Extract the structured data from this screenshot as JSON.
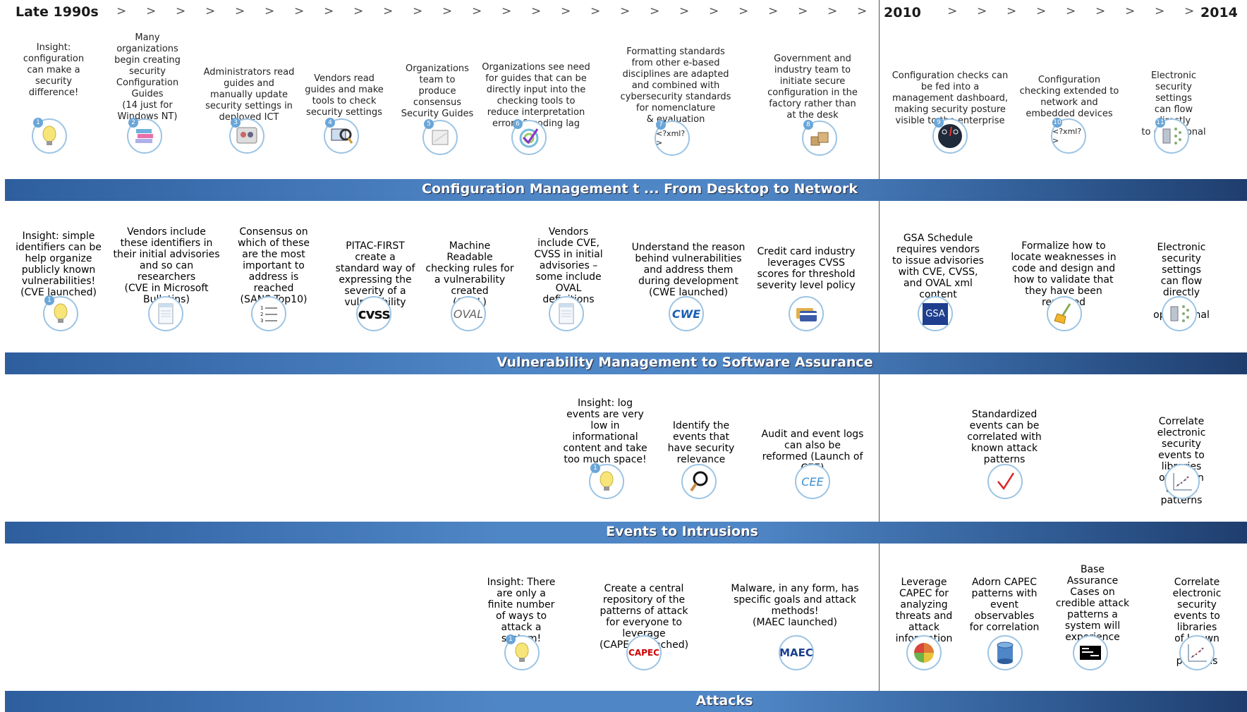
{
  "timeline": {
    "start_label": "Late 1990s",
    "mid_label": "2010",
    "end_label": "2014",
    "arrow_glyph": ">"
  },
  "bands": {
    "config": "Configuration  Management t ... From Desktop to Network",
    "vuln": "Vulnerability Management  to Software Assurance",
    "events": "Events to Intrusions",
    "attacks": "Attacks"
  },
  "config_items": [
    {
      "text": "Insight:\nconfiguration\ncan make a\nsecurity\ndifference!",
      "num": "1",
      "icon": "lightbulb-icon"
    },
    {
      "text": "Many\norganizations\nbegin creating\nsecurity\nConfiguration\nGuides\n(14 just for\nWindows NT)",
      "num": "2",
      "icon": "books-icon"
    },
    {
      "text": "Administrators read\nguides and\nmanually update\nsecurity settings in\ndeployed ICT",
      "num": "3",
      "icon": "admin-people-icon"
    },
    {
      "text": "Vendors read\nguides and make\ntools to check\nsecurity settings",
      "num": "4",
      "icon": "magnifier-tool-icon"
    },
    {
      "text": "Organizations\nteam to\nproduce\nconsensus\nSecurity Guides",
      "num": "5",
      "icon": "guide-book-icon"
    },
    {
      "text": "Organizations see need\nfor guides that can be\ndirectly input into the\nchecking tools to\nreduce interpretation\nerrors & coding lag",
      "num": "6",
      "icon": "target-check-icon"
    },
    {
      "text": "Formatting standards\nfrom other e-based\ndisciplines are adapted\nand combined with\ncybersecurity standards\nfor nomenclature\n& evaluation",
      "num": "7",
      "icon": "xml-icon",
      "icon_text": "<?xml?>"
    },
    {
      "text": "Government and\nindustry team to\ninitiate secure\nconfiguration in the\nfactory rather than\nat the desk",
      "num": "8",
      "icon": "factory-boxes-icon"
    },
    {
      "text": "Configuration checks can\nbe fed into a\nmanagement dashboard,\nmaking security posture\nvisible to the enterprise",
      "num": "9",
      "icon": "dashboard-gauge-icon"
    },
    {
      "text": "Configuration\nchecking extended to\nnetwork and\nembedded devices",
      "num": "10",
      "icon": "xml-icon",
      "icon_text": "<?xml?>"
    },
    {
      "text": "Electronic\nsecurity settings\ncan flow directly\nto operational ICT",
      "num": "11",
      "icon": "network-server-icon"
    }
  ],
  "vuln_items": [
    {
      "text": "Insight: simple\nidentifiers can be\nhelp organize\npublicly known\nvulnerabilities!\n(CVE  launched)",
      "num": "1",
      "icon": "lightbulb-icon"
    },
    {
      "text": "Vendors include\nthese identifiers in\ntheir initial advisories\nand so can\nresearchers\n(CVE in Microsoft\nBulletins)",
      "icon": "bulletin-document-icon"
    },
    {
      "text": "Consensus on\nwhich of these\nare the most\nimportant to\naddress is\nreached\n(SANS Top10)",
      "icon": "numbered-list-icon"
    },
    {
      "text": "PITAC-FIRST\ncreate a\nstandard way of\nexpressing the\nseverity of  a\nvulnerability",
      "icon": "cvss-logo-icon",
      "icon_text": "cvss"
    },
    {
      "text": "Machine\nReadable\nchecking rules for\na vulnerability\ncreated\n(OVAL)",
      "icon": "oval-logo-icon",
      "icon_text": "OVAL"
    },
    {
      "text": "Vendors\ninclude CVE,\nCVSS in initial\nadvisories –\nsome include\nOVAL\ndefinitions",
      "icon": "bulletin-document-icon"
    },
    {
      "text": "Understand the reason\nbehind vulnerabilities\nand address them\nduring development\n(CWE  launched)",
      "icon": "cwe-logo-icon",
      "icon_text": "CWE"
    },
    {
      "text": "Credit card industry\nleverages CVSS\nscores for threshold\nseverity level policy",
      "icon": "credit-cards-icon"
    },
    {
      "text": "GSA Schedule\nrequires vendors\nto issue advisories\nwith CVE, CVSS,\nand OVAL xml\ncontent",
      "icon": "gsa-logo-icon",
      "icon_text": "GSA"
    },
    {
      "text": "Formalize how to\nlocate weaknesses in\ncode and design and\nhow to validate that\nthey have been\nremoved",
      "icon": "broom-icon"
    },
    {
      "text": "Electronic\nsecurity settings\ncan flow directly\nto operational\nICT",
      "icon": "network-server-icon"
    }
  ],
  "event_items": [
    {
      "text": "Insight: log\nevents are very\nlow in\ninformational\ncontent and take\ntoo much space!",
      "num": "1",
      "icon": "lightbulb-icon"
    },
    {
      "text": "Identify the\nevents that\nhave security\nrelevance",
      "icon": "magnifier-person-icon"
    },
    {
      "text": "Audit and event logs\ncan also be\nreformed (Launch of\nCEE)",
      "icon": "cee-logo-icon",
      "icon_text": "CEE"
    },
    {
      "text": "Standardized\nevents can be\ncorrelated with\nknown attack\npatterns",
      "icon": "checkmark-icon"
    },
    {
      "text": "Correlate\nelectronic security\nevents  to libraries\nof known attack\npatterns",
      "icon": "scatter-plot-icon"
    }
  ],
  "attack_items": [
    {
      "text": "Insight: There\nare only a\nfinite number\nof ways to\nattack a\nsystem!",
      "num": "1",
      "icon": "lightbulb-icon"
    },
    {
      "text": "Create a central\nrepository of the\npatterns of attack\nfor everyone to\nleverage\n(CAPEC launched)",
      "icon": "capec-logo-icon",
      "icon_text": "CAPEC"
    },
    {
      "text": "Malware, in any form, has\nspecific goals and attack\nmethods!\n(MAEC launched)",
      "icon": "maec-logo-icon",
      "icon_text": "MAEC"
    },
    {
      "text": "Leverage\nCAPEC for\nanalyzing\nthreats and\nattack\ninformation",
      "icon": "pie-quadrant-icon"
    },
    {
      "text": "Adorn CAPEC\npatterns with\nevent\nobservables\nfor correlation",
      "icon": "database-cylinder-icon"
    },
    {
      "text": "Base\nAssurance\nCases on\ncredible attack\npatterns a\nsystem will\nexperience",
      "icon": "terminal-icon"
    },
    {
      "text": "Correlate\nelectronic security\nevents to libraries\nof known attack\npatterns",
      "icon": "scatter-plot-icon"
    }
  ],
  "colors": {
    "band": "#4f86c6",
    "circle_border": "#9cc4e4",
    "badge": "#6aa6d8"
  }
}
